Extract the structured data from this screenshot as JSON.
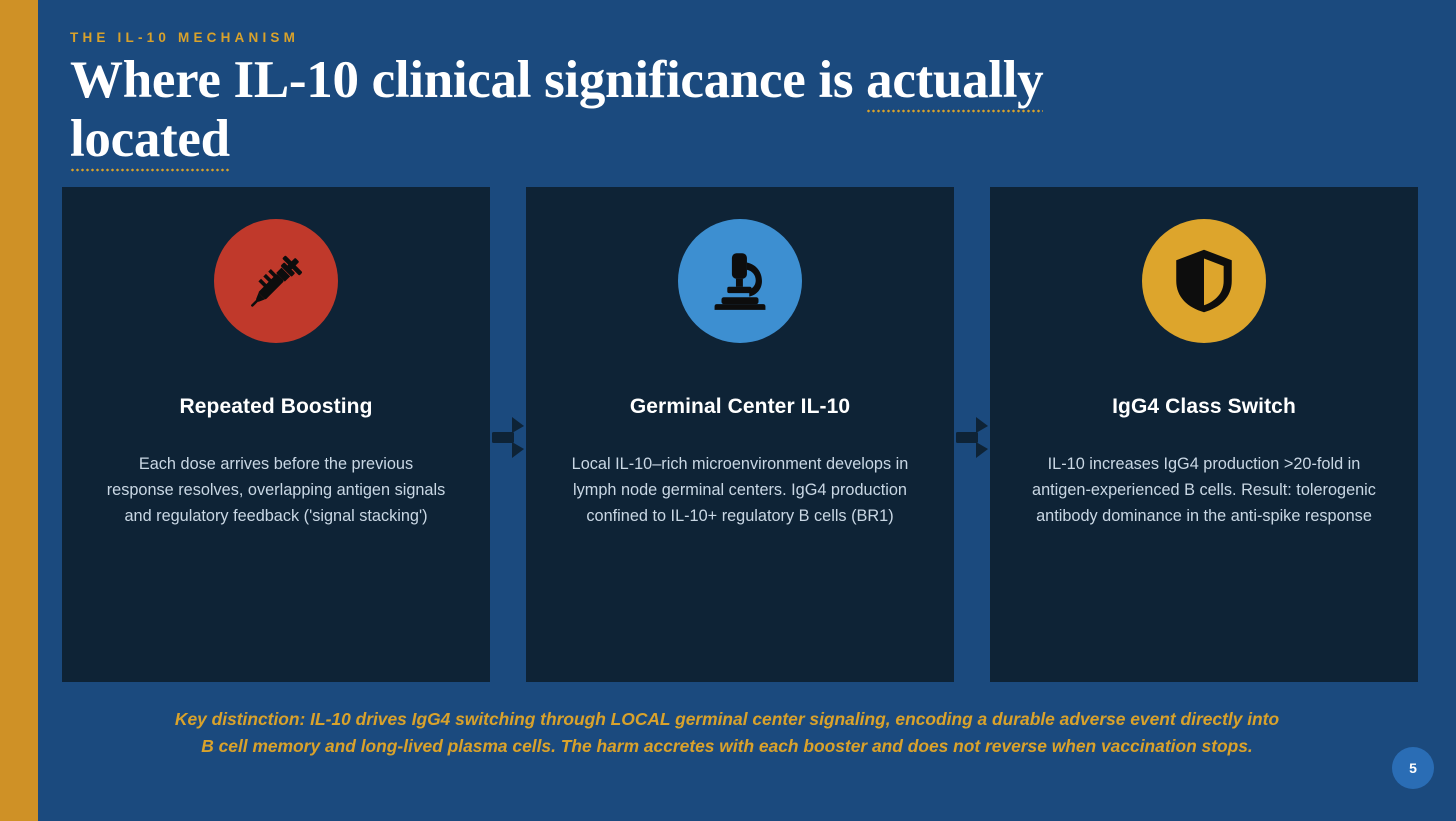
{
  "theme": {
    "slide_bg": "#1b4a7e",
    "rail_gold": "#cf9126",
    "accent_gold": "#d9a22b",
    "card_bg": "#0e2336",
    "body_text": "#c9d7e4",
    "badge_blue": "#2a6db5"
  },
  "header": {
    "eyebrow": "THE IL-10 MECHANISM",
    "title_plain": "Where IL-10 clinical significance is ",
    "title_underlined_1": "actually",
    "title_underlined_2": "located"
  },
  "cards": [
    {
      "icon": "syringe-icon",
      "icon_bg": "#c0392b",
      "title": "Repeated Boosting",
      "body": "Each dose arrives before the previous response resolves, overlapping antigen signals and regulatory feedback ('signal stacking')"
    },
    {
      "icon": "microscope-icon",
      "icon_bg": "#3d8fd1",
      "title": "Germinal Center IL-10",
      "body": "Local IL-10–rich microenvironment develops in lymph node germinal centers. IgG4 production confined to IL-10+ regulatory B cells (BR1)"
    },
    {
      "icon": "shield-icon",
      "icon_bg": "#dda52c",
      "title": "IgG4 Class Switch",
      "body": "IL-10 increases IgG4 production >20-fold in antigen-experienced B cells. Result: tolerogenic antibody dominance in the anti-spike response"
    }
  ],
  "connectors": [
    {
      "name": "arrow-right-icon"
    },
    {
      "name": "arrow-right-icon"
    }
  ],
  "footer": {
    "line1": "Key distinction: IL-10 drives IgG4 switching through LOCAL germinal center signaling, encoding a durable adverse event directly into",
    "line2": "B cell memory and long-lived plasma cells. The harm accretes with each booster and does not reverse when vaccination stops."
  },
  "page_number": "5"
}
